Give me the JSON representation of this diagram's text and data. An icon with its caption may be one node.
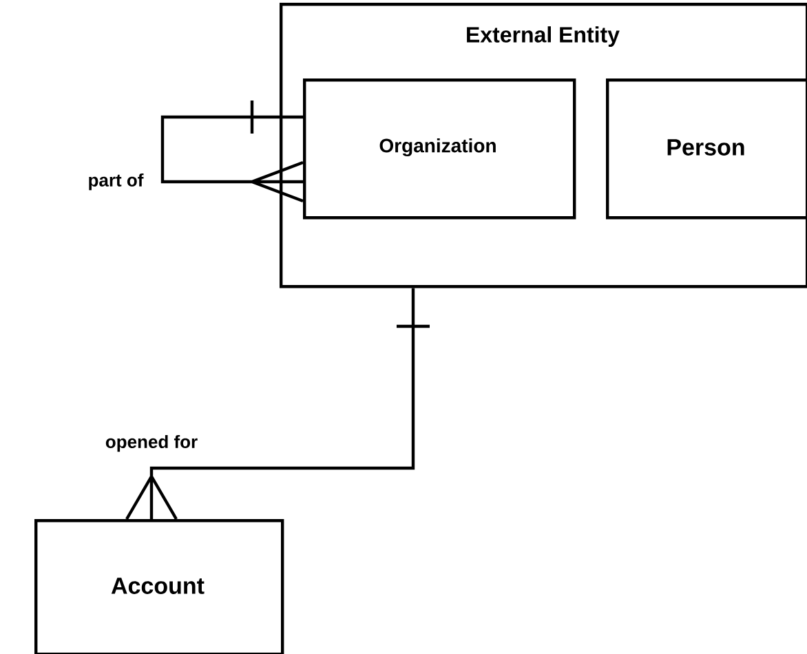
{
  "diagram": {
    "nodes": [
      {
        "text": [
          "External Entity"
        ]
      },
      {
        "text": [
          "Organization"
        ],
        "in": 0
      },
      {
        "text": [
          "Person"
        ],
        "in": 0
      },
      {
        "text": [
          "Account"
        ]
      }
    ],
    "edges": [
      {
        "from": 1,
        "to": 1,
        "arrow": "other",
        "label": "part of"
      },
      {
        "from": 0,
        "to": 3,
        "arrow": "other",
        "label": "opened for"
      }
    ]
  }
}
